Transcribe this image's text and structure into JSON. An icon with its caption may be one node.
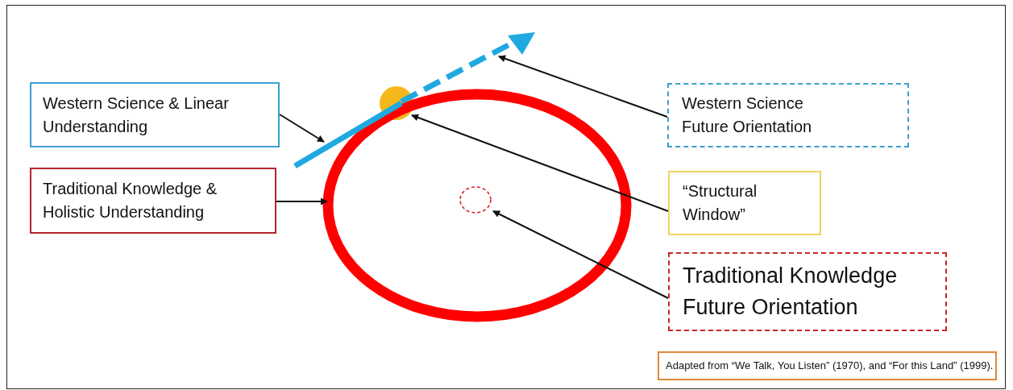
{
  "diagram": {
    "nodes": [
      {
        "text": [
          "Western Science & Linear Understanding"
        ]
      },
      {
        "text": [
          "Traditional Knowledge & Holistic Understanding"
        ]
      },
      {
        "text": [],
        "shape": "circle"
      },
      {
        "text": [],
        "shape": "bar"
      },
      {
        "text": [],
        "shape": "arrow"
      },
      {
        "text": [],
        "shape": "circle"
      },
      {
        "text": [],
        "shape": "circle",
        "in": 2
      },
      {
        "text": [
          "Western Science Future Orientation"
        ]
      },
      {
        "text": [
          "“Structural Window”"
        ]
      },
      {
        "text": [
          "Traditional Knowledge Future Orientation"
        ]
      },
      {
        "text": [
          "Adapted from “We Talk, You Listen” (1970), and “For this Land” (1999)."
        ]
      }
    ],
    "edges": [
      {
        "from": 0,
        "to": 3,
        "arrow": "to"
      },
      {
        "from": 1,
        "to": 2,
        "arrow": "to"
      },
      {
        "from": 7,
        "to": 4,
        "arrow": "to"
      },
      {
        "from": 8,
        "to": 5,
        "arrow": "to"
      },
      {
        "from": 9,
        "to": 6,
        "arrow": "to"
      }
    ]
  }
}
